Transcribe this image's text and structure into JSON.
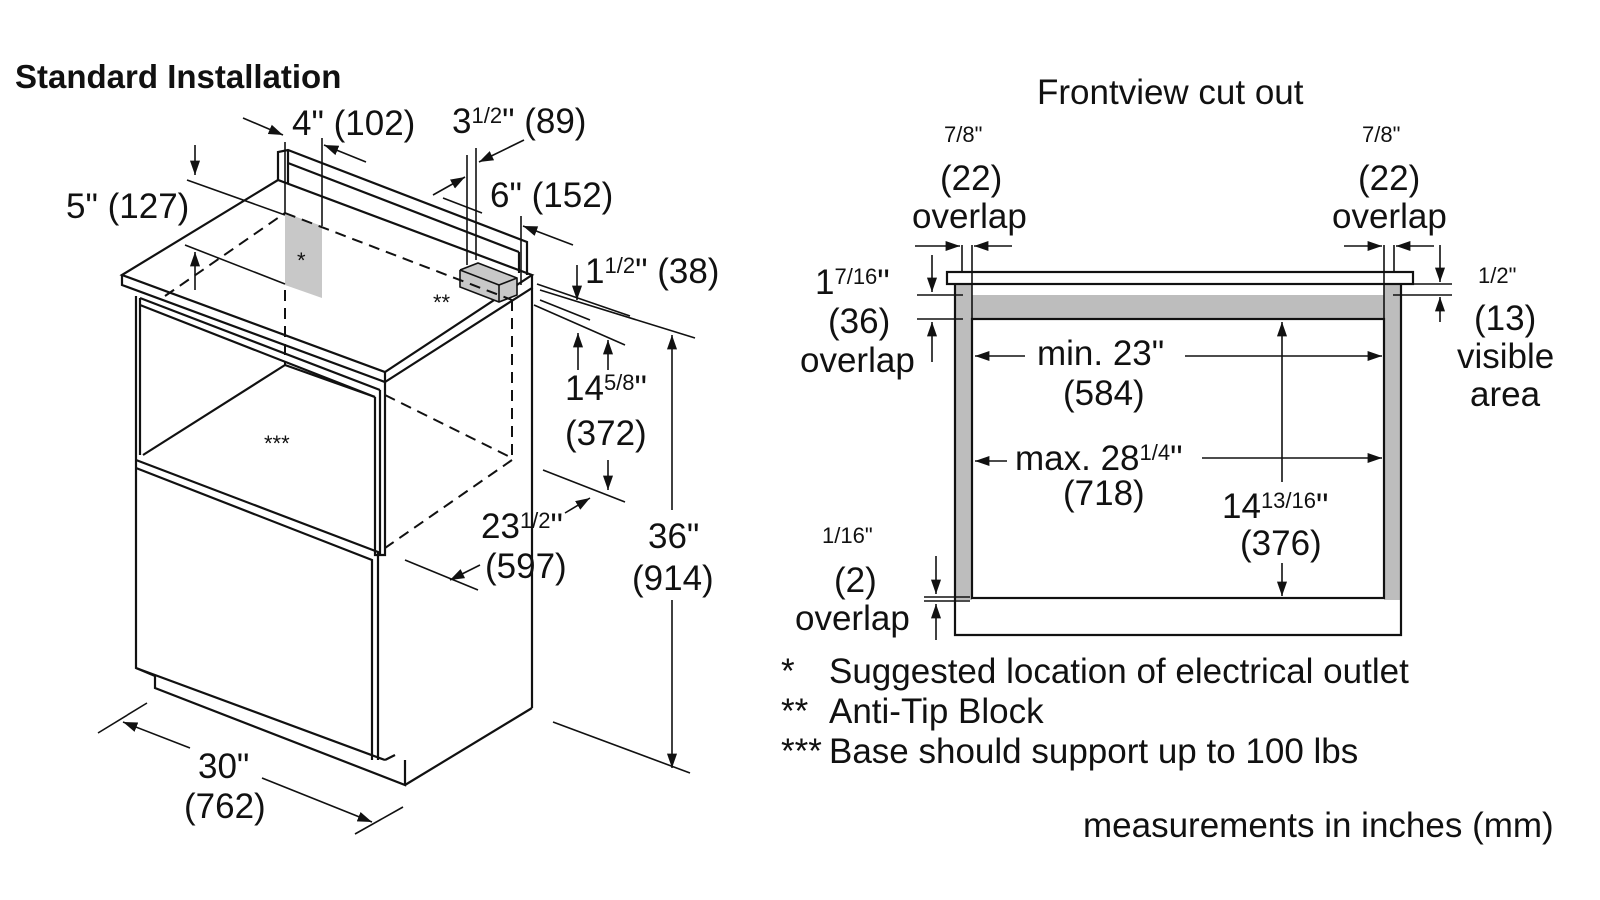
{
  "left_view": {
    "title": "Standard Installation",
    "dims": {
      "d4": "4\" (102)",
      "d3half_whole": "3",
      "d3half_frac": "1/2",
      "d3half_rest": "\" (89)",
      "d6": "6\" (152)",
      "d5": "5\" (127)",
      "d1half_whole": "1",
      "d1half_frac": "1/2",
      "d1half_rest": "\" (38)",
      "d14_whole": "14",
      "d14_frac": "5/8",
      "d14_q": "\"",
      "d14_mm": "(372)",
      "d23_whole": "23",
      "d23_frac": "1/2",
      "d23_q": "\"",
      "d23_mm": "(597)",
      "d36_in": "36\"",
      "d36_mm": "(914)",
      "d30_in": "30\"",
      "d30_mm": "(762)"
    },
    "markers": {
      "outlet": "*",
      "antitip": "**",
      "base": "***"
    }
  },
  "right_view": {
    "title": "Frontview cut out",
    "left_overlap": {
      "frac": "7/8\"",
      "mm": "(22)",
      "label": "overlap"
    },
    "right_overlap": {
      "frac": "7/8\"",
      "mm": "(22)",
      "label": "overlap"
    },
    "top_overlap": {
      "whole": "1",
      "frac": "7/16",
      "q": "\"",
      "mm": "(36)",
      "label": "overlap"
    },
    "visible": {
      "frac": "1/2\"",
      "mm": "(13)",
      "label1": "visible",
      "label2": "area"
    },
    "min_width": {
      "label": "min. 23\"",
      "mm": "(584)"
    },
    "max_width": {
      "label": "max. 28",
      "frac": "1/4",
      "q": "\"",
      "mm": "(718)"
    },
    "height": {
      "whole": "14",
      "frac": "13/16",
      "q": "\"",
      "mm": "(376)"
    },
    "bottom_overlap": {
      "frac": "1/16\"",
      "mm": "(2)",
      "label": "overlap"
    }
  },
  "legend": [
    {
      "mark": "*",
      "text": "Suggested location of electrical outlet"
    },
    {
      "mark": "**",
      "text": "Anti-Tip Block"
    },
    {
      "mark": "***",
      "text": "Base should support up to 100 lbs"
    }
  ],
  "footer": "measurements in inches (mm)"
}
